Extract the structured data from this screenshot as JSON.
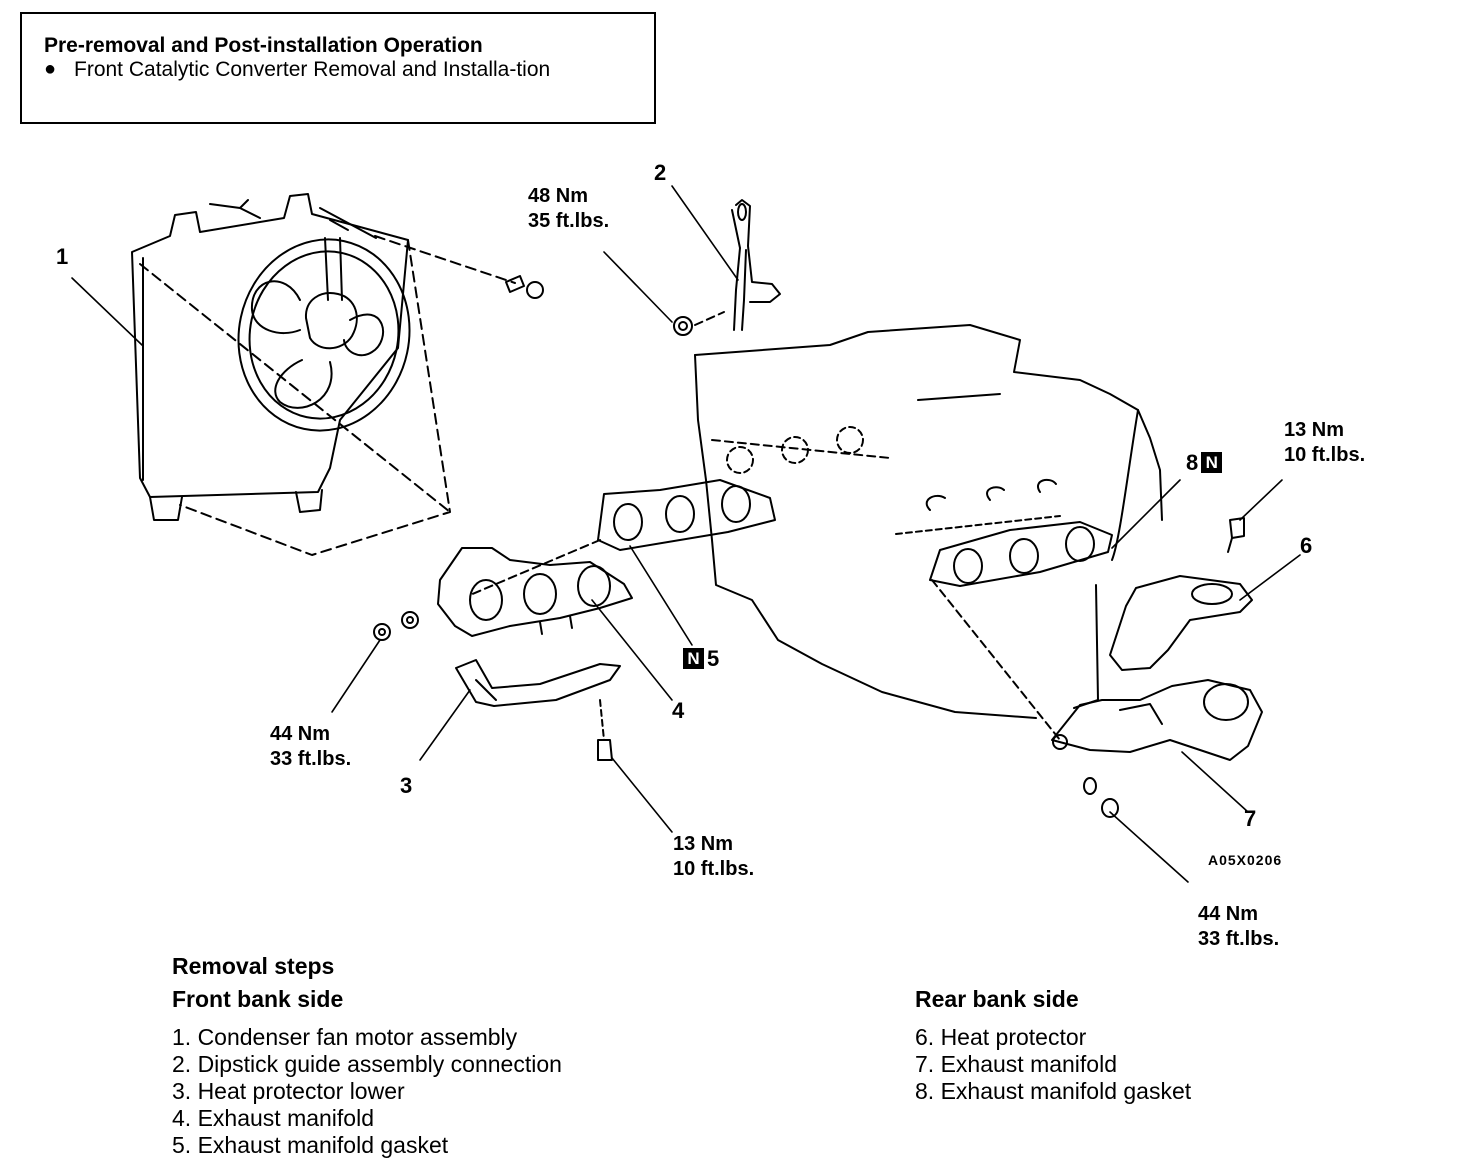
{
  "notice": {
    "title": "Pre-removal and Post-installation Operation",
    "bullet": "Front Catalytic Converter Removal and Installa-tion"
  },
  "callouts": {
    "c1": "1",
    "c2": "2",
    "c3": "3",
    "c4": "4",
    "c5": "5",
    "c6": "6",
    "c7": "7",
    "c8": "8"
  },
  "badge": "N",
  "torques": {
    "t_dipstick": {
      "nm": "48 Nm",
      "ftlbs": "35 ft.lbs."
    },
    "t_rear_top": {
      "nm": "13 Nm",
      "ftlbs": "10 ft.lbs."
    },
    "t_front_left": {
      "nm": "44 Nm",
      "ftlbs": "33 ft.lbs."
    },
    "t_front_bottom": {
      "nm": "13 Nm",
      "ftlbs": "10 ft.lbs."
    },
    "t_rear_bottom": {
      "nm": "44 Nm",
      "ftlbs": "33 ft.lbs."
    }
  },
  "figure_code": "A05X0206",
  "removal": {
    "heading": "Removal steps",
    "front": {
      "heading": "Front bank side",
      "items": [
        "1. Condenser fan motor assembly",
        "2. Dipstick guide assembly connection",
        "3. Heat protector lower",
        "4. Exhaust manifold",
        "5. Exhaust manifold gasket"
      ]
    },
    "rear": {
      "heading": "Rear bank side",
      "items": [
        "6. Heat protector",
        "7. Exhaust manifold",
        "8. Exhaust manifold gasket"
      ]
    }
  }
}
